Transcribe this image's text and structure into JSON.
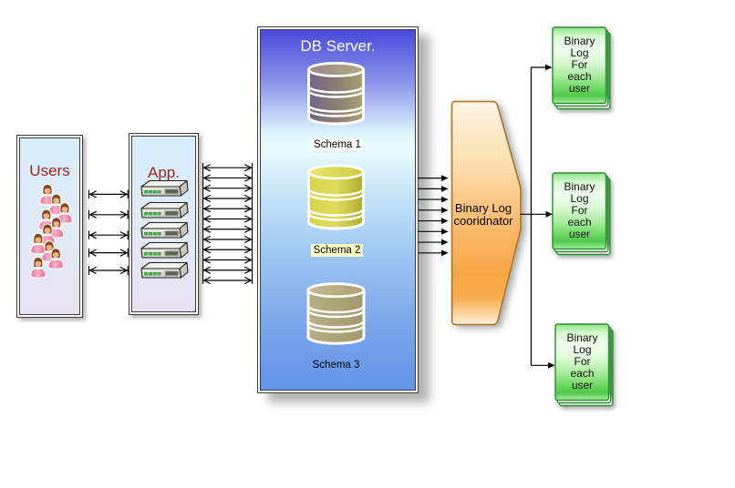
{
  "diagram_title": "",
  "users_box": {
    "title": "Users",
    "person_count": 10
  },
  "app_box": {
    "title": "App.",
    "server_count": 5
  },
  "db_box": {
    "title": "DB Server.",
    "schemas": [
      {
        "label": "Schema 1",
        "cylinder_color_left": "#6f6075",
        "cylinder_color_right": "#a99f6e",
        "label_bg": "#ffffff"
      },
      {
        "label": "Schema 2",
        "cylinder_color_left": "#d6d44a",
        "cylinder_color_right": "#b9b737",
        "label_bg": "#ffffcc"
      },
      {
        "label": "Schema 3",
        "cylinder_color_left": "#b7ae85",
        "cylinder_color_right": "#a2996c",
        "label_bg": ""
      }
    ]
  },
  "coordinator": {
    "line1": "Binary Log",
    "line2": "cooridnator"
  },
  "binary_logs": [
    {
      "lines": [
        "Binary",
        "Log",
        "For",
        "each",
        "user"
      ]
    },
    {
      "lines": [
        "Binary",
        "Log",
        "For",
        "each",
        "user"
      ]
    },
    {
      "lines": [
        "Binary",
        "Log",
        "For",
        "each",
        "user"
      ]
    }
  ],
  "connectors": {
    "users_app_arrow_count": 5,
    "app_db_arrow_count": 12,
    "db_coordinator_arrow_count": 8,
    "coordinator_log_branch_count": 3
  },
  "colors": {
    "box_title_red": "#9b2423",
    "db_title_white": "#ffffff",
    "db_gradient_top": "#4a49dc",
    "db_gradient_bottom": "#6494e7",
    "coordinator_orange": "#f8a845",
    "coordinator_border": "#a9752c",
    "green_box_green": "#4fc74a",
    "green_box_border": "#2e8b35",
    "arrow_black": "#000000"
  }
}
